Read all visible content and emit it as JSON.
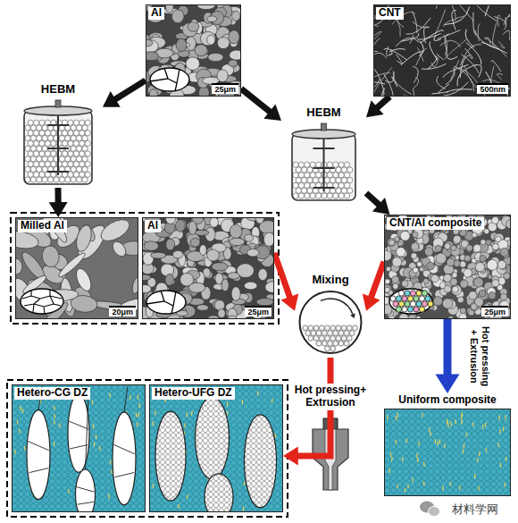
{
  "diagram": {
    "nodes": [
      {
        "text": [
          "Al",
          "25μm"
        ]
      },
      {
        "text": [
          "CNT",
          "500nm"
        ]
      },
      {
        "text": [
          "HEBM"
        ]
      },
      {
        "text": [
          "HEBM"
        ]
      },
      {
        "text": [
          "Milled Al",
          "20μm"
        ]
      },
      {
        "text": [
          "Al",
          "25μm"
        ]
      },
      {
        "text": [
          "CNT/Al composite",
          "25μm"
        ]
      },
      {
        "text": [
          "Mixing"
        ]
      },
      {
        "text": [
          "Hetero-CG DZ"
        ]
      },
      {
        "text": [
          "Hetero-UFG DZ"
        ]
      },
      {
        "text": [
          "Uniform composite"
        ]
      }
    ],
    "edges": [
      {
        "from": 0,
        "to": 2,
        "arrow": "to"
      },
      {
        "from": 0,
        "to": 3,
        "arrow": "to"
      },
      {
        "from": 1,
        "to": 3,
        "arrow": "to"
      },
      {
        "from": 2,
        "to": 4,
        "arrow": "to"
      },
      {
        "from": 3,
        "to": 6,
        "arrow": "to"
      },
      {
        "from": 5,
        "to": 7,
        "arrow": "to"
      },
      {
        "from": 6,
        "to": 7,
        "arrow": "to"
      },
      {
        "from": 6,
        "to": 10,
        "label": "Hot pressing + Extrusion",
        "arrow": "to"
      },
      {
        "from": 7,
        "to": 9,
        "label": "Hot pressing+ Extrusion",
        "arrow": "to"
      }
    ],
    "labels": [
      "材料学网"
    ]
  }
}
